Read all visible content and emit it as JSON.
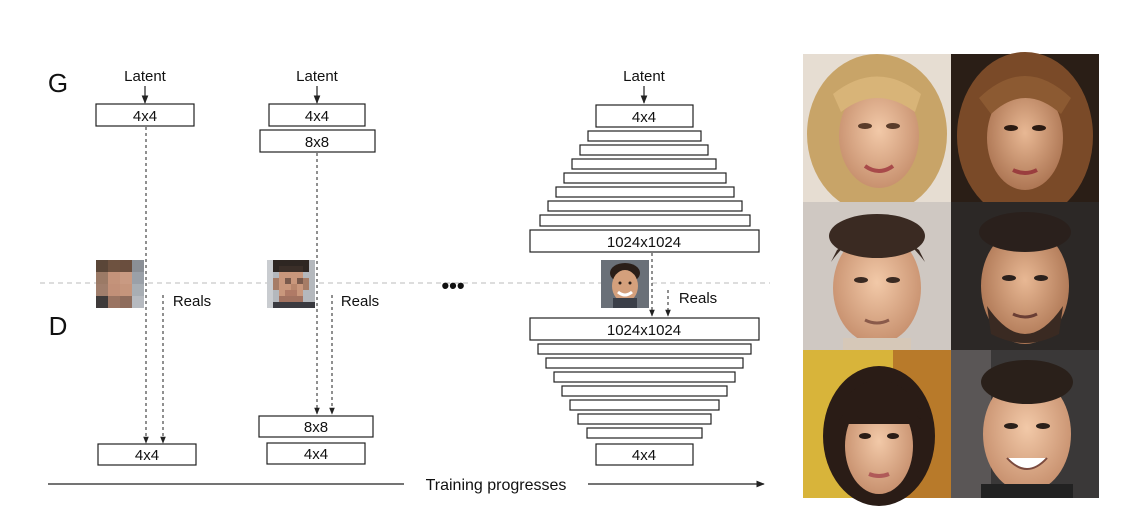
{
  "labels": {
    "g": "G",
    "d": "D",
    "latent": "Latent",
    "reals": "Reals",
    "ellipsis": "•••",
    "training": "Training progresses"
  },
  "stage1": {
    "g_block": "4x4",
    "d_block": "4x4"
  },
  "stage2": {
    "g_blocks": [
      "4x4",
      "8x8"
    ],
    "d_blocks": [
      "8x8",
      "4x4"
    ]
  },
  "stage3": {
    "g_top": "4x4",
    "g_bottom": "1024x1024",
    "d_top": "1024x1024",
    "d_bottom": "4x4"
  },
  "colors": {
    "stroke": "#222222",
    "separator": "#bbbbbb",
    "skin": "#c89a80",
    "hair_dark": "#3a2a22",
    "hair_blonde": "#c8a468"
  }
}
